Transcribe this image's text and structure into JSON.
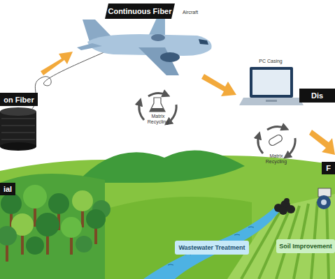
{
  "diagram": {
    "nodes": [
      {
        "text": [
          "Continuous Fiber"
        ]
      },
      {
        "text": [
          "on Fiber"
        ]
      },
      {
        "text": [
          "Dis"
        ]
      },
      {
        "text": [
          "F"
        ]
      },
      {
        "text": [
          "ial"
        ]
      },
      {
        "text": [
          "Wastewater Treatment"
        ]
      },
      {
        "text": [
          "Soil Improvement"
        ]
      }
    ],
    "labels": [
      "Aircraft",
      "PC Casing",
      "Matrix Recycling",
      "Matrix Recycling"
    ]
  }
}
